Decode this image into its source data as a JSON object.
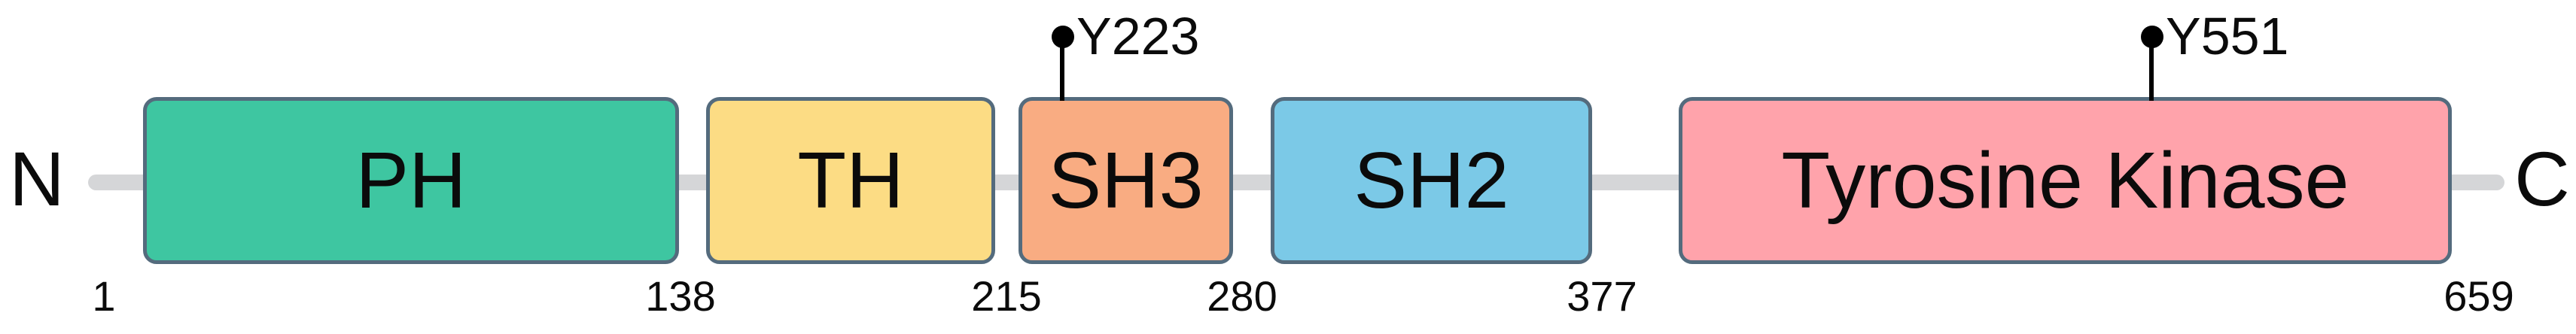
{
  "diagram": {
    "type": "protein-domain-architecture",
    "terminus_left": "N",
    "terminus_right": "C",
    "domains": [
      {
        "label": "PH",
        "start": "1",
        "end": "138",
        "color": "#3ec6a1"
      },
      {
        "label": "TH",
        "start": "138",
        "end": "215",
        "color": "#fcdc84"
      },
      {
        "label": "SH3",
        "start": "215",
        "end": "280",
        "color": "#f9ac82"
      },
      {
        "label": "SH2",
        "start": "280",
        "end": "377",
        "color": "#7bc9e7"
      },
      {
        "label": "Tyrosine Kinase",
        "start": "377",
        "end": "659",
        "color": "#ffa3ab"
      }
    ],
    "residue_ticks": [
      {
        "value": "1"
      },
      {
        "value": "138"
      },
      {
        "value": "215"
      },
      {
        "value": "280"
      },
      {
        "value": "377"
      },
      {
        "value": "659"
      }
    ],
    "phospho_sites": [
      {
        "label": "Y223"
      },
      {
        "label": "Y551"
      }
    ],
    "colors": {
      "backbone": "#d5d6d8",
      "box_border": "#546b7d",
      "site_marker": "#000000",
      "text": "#0b0b0b",
      "background": "#ffffff"
    }
  }
}
